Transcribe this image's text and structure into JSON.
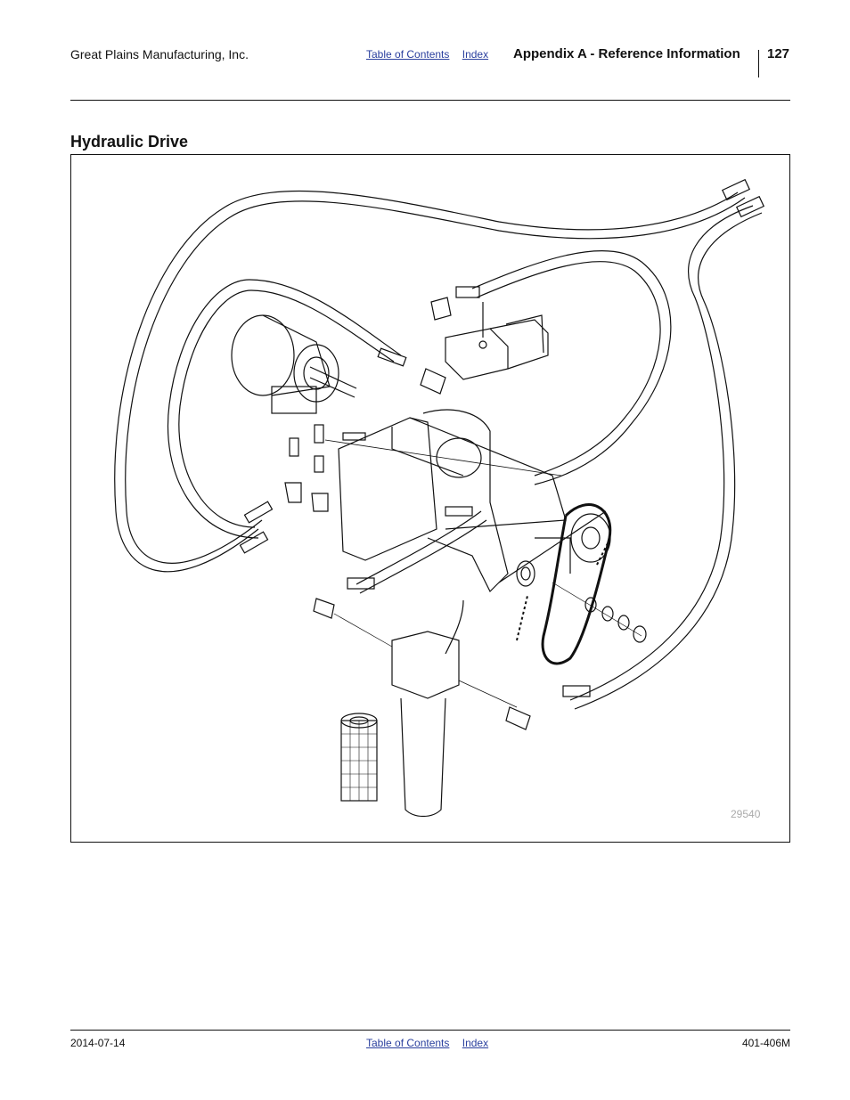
{
  "header": {
    "company": "Great Plains Manufacturing, Inc.",
    "links": [
      "Table of Contents",
      "Index"
    ],
    "section": "Appendix A - Reference Information",
    "page_number": "127"
  },
  "page": {
    "title": "Hydraulic Drive",
    "figure_number": "29540"
  },
  "footer": {
    "date": "2014-07-14",
    "links": [
      "Table of Contents",
      "Index"
    ],
    "doc_number": "401-406M"
  }
}
